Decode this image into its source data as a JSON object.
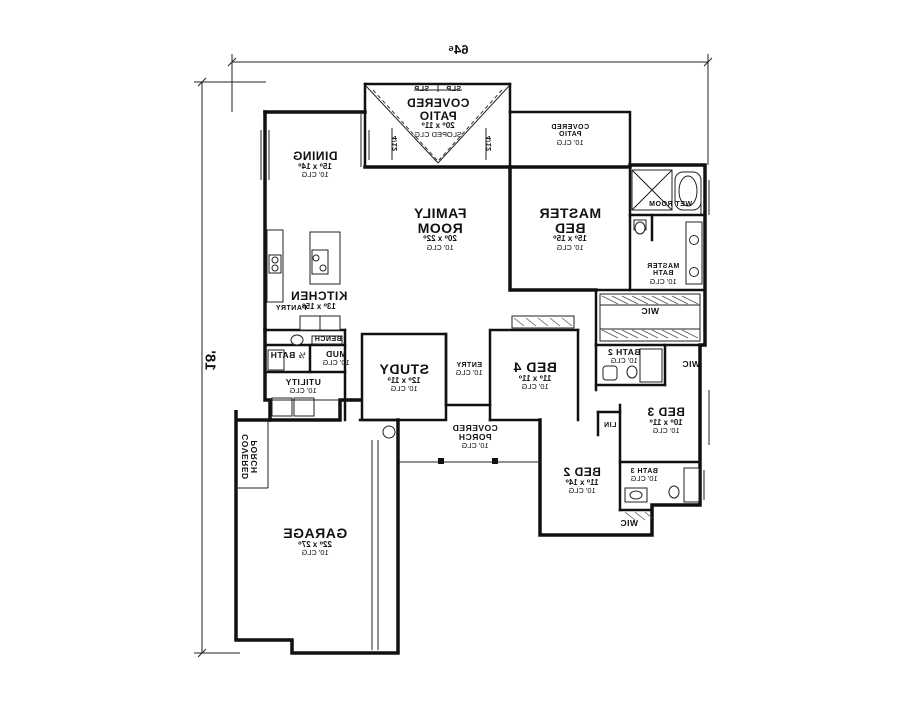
{
  "dimensions": {
    "overall_width": "64⁶",
    "overall_depth": "18'"
  },
  "rooms": {
    "covered_patio_main": {
      "name": "COVERED\nPATIO",
      "size": "20⁰ x 11⁰",
      "ceiling": "SLOPED CLG"
    },
    "covered_patio_side": {
      "name": "COVERED\nPATIO",
      "size": "",
      "ceiling": "10' CLG"
    },
    "dining": {
      "name": "DINING",
      "size": "15⁰ x 14⁰",
      "ceiling": "10' CLG"
    },
    "family_room": {
      "name": "FAMILY\nROOM",
      "size": "20⁰ x 22⁰",
      "ceiling": "10' CLG"
    },
    "master_bed": {
      "name": "MASTER\nBED",
      "size": "15⁰ x 15⁰",
      "ceiling": "10' CLG"
    },
    "wet_room": {
      "name": "WET ROOM",
      "size": "",
      "ceiling": ""
    },
    "master_bath": {
      "name": "MASTER\nBATH",
      "size": "",
      "ceiling": "10' CLG"
    },
    "kitchen": {
      "name": "KITCHEN",
      "size": "13⁰ x 15⁰",
      "ceiling": ""
    },
    "pantry": {
      "name": "PANTRY",
      "size": "",
      "ceiling": ""
    },
    "bench": {
      "name": "BENCH",
      "size": "",
      "ceiling": ""
    },
    "half_bath": {
      "name": "½ BATH",
      "size": "",
      "ceiling": ""
    },
    "mud": {
      "name": "MUD",
      "size": "",
      "ceiling": "10' CLG"
    },
    "utility": {
      "name": "UTILITY",
      "size": "",
      "ceiling": "10' CLG"
    },
    "study": {
      "name": "STUDY",
      "size": "12⁰ x 11⁰",
      "ceiling": "10' CLG"
    },
    "entry": {
      "name": "ENTRY",
      "size": "",
      "ceiling": "10' CLG"
    },
    "bed4": {
      "name": "BED 4",
      "size": "11⁰ x 11⁰",
      "ceiling": "10' CLG"
    },
    "bath2": {
      "name": "BATH 2",
      "size": "",
      "ceiling": "10' CLG"
    },
    "wic_master": {
      "name": "WIC",
      "size": "",
      "ceiling": ""
    },
    "wic_bath2": {
      "name": "WIC",
      "size": "",
      "ceiling": ""
    },
    "bed3": {
      "name": "BED 3",
      "size": "10⁰ x 11⁰",
      "ceiling": "10' CLG"
    },
    "lin": {
      "name": "LIN",
      "size": "",
      "ceiling": ""
    },
    "bath3": {
      "name": "BATH 3",
      "size": "",
      "ceiling": "10' CLG"
    },
    "bed2": {
      "name": "BED 2",
      "size": "11⁰ x 14⁰",
      "ceiling": "10' CLG"
    },
    "wic_bed2": {
      "name": "WIC",
      "size": "",
      "ceiling": ""
    },
    "covered_porch": {
      "name": "COVERED\nPORCH",
      "size": "",
      "ceiling": "10' CLG"
    },
    "covered_porch_side": {
      "name": "COVERED\nPORCH",
      "size": "",
      "ceiling": ""
    },
    "garage": {
      "name": "GARAGE",
      "size": "22⁰ x 27⁰",
      "ceiling": "10' CLG"
    }
  },
  "annotations": {
    "slope_left": "SLP",
    "slope_right": "SLP",
    "beam_left": "4/12",
    "beam_right": "4/12"
  }
}
